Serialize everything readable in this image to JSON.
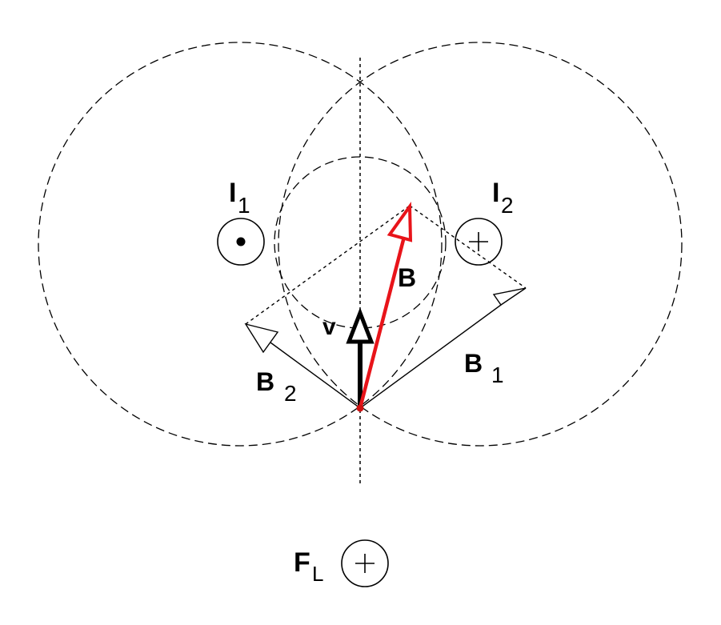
{
  "labels": {
    "current_1": "I",
    "current_1_sub": "1",
    "current_2": "I",
    "current_2_sub": "2",
    "field_total": "B",
    "velocity": "v",
    "field_1": "B",
    "field_1_sub": "1",
    "field_2": "B",
    "field_2_sub": "2",
    "lorentz_force": "F",
    "lorentz_force_sub": "L"
  },
  "symbols": {
    "current_1_direction": "dot-out-of-page",
    "current_2_direction": "cross-into-page",
    "lorentz_force_direction": "cross-into-page"
  },
  "colors": {
    "resultant_field": "#e8141a",
    "charge_point": "#d01010",
    "ink": "#000000"
  }
}
